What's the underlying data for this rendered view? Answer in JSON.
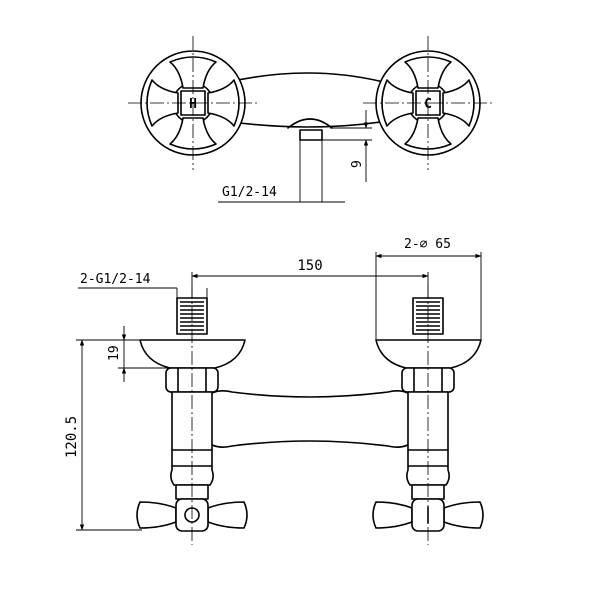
{
  "top_view": {
    "hot_label": "H",
    "cold_label": "C",
    "thread_label": "G1/2-14",
    "dim_9": "9"
  },
  "front_view": {
    "inlet_thread_label": "2-G1/2-14",
    "dim_150": "150",
    "flange_dia_label": "2-∅ 65",
    "dim_19": "19",
    "dim_120_5": "120.5"
  }
}
